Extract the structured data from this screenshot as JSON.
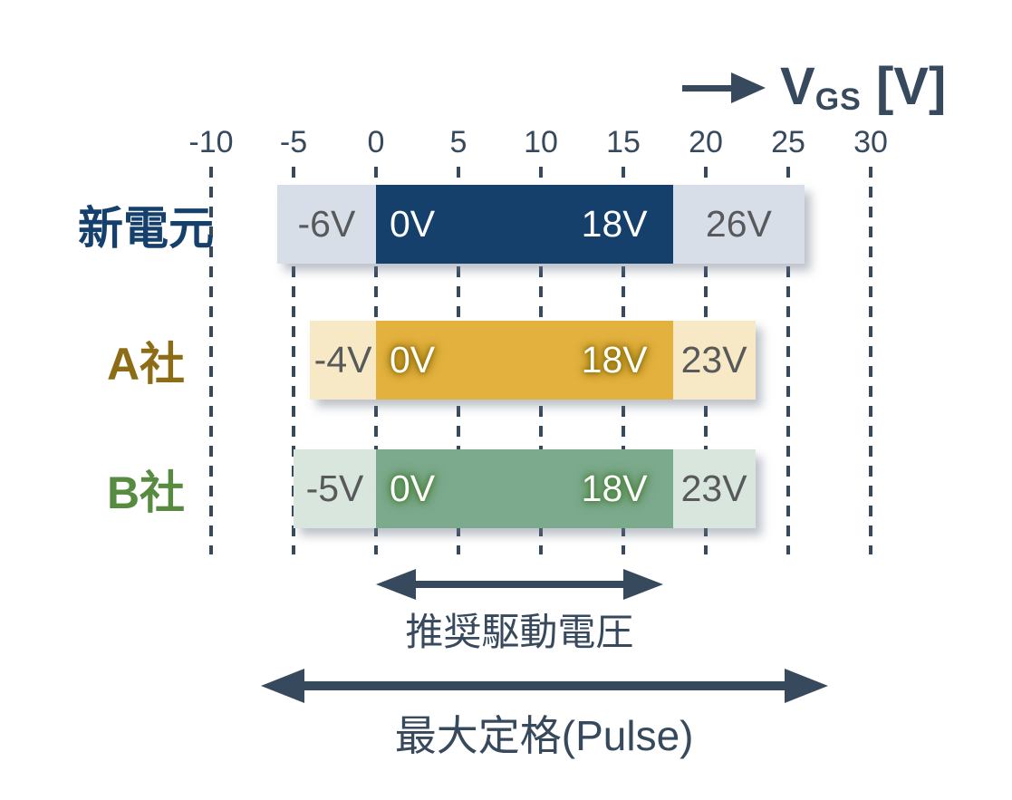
{
  "title": {
    "var": "V",
    "sub": "GS",
    "unit": "[V]"
  },
  "chart_data": {
    "type": "bar",
    "orientation": "horizontal-range",
    "title": "VGS [V]",
    "axis": {
      "unit": "V",
      "ticks": [
        "-10",
        "-5",
        "0",
        "5",
        "10",
        "15",
        "20",
        "25",
        "30"
      ],
      "tick_values": [
        -10,
        -5,
        0,
        5,
        10,
        15,
        20,
        25,
        30
      ],
      "range": [
        -12,
        33
      ],
      "grid": "dashed-vertical"
    },
    "rows": [
      {
        "id": "shindengen",
        "label": "新電元",
        "outer_range": [
          -6,
          26
        ],
        "inner_range": [
          0,
          18
        ],
        "value_labels": {
          "outer_min": "-6V",
          "inner_min": "0V",
          "inner_max": "18V",
          "outer_max": "26V"
        }
      },
      {
        "id": "company-a",
        "label": "A社",
        "outer_range": [
          -4,
          23
        ],
        "inner_range": [
          0,
          18
        ],
        "value_labels": {
          "outer_min": "-4V",
          "inner_min": "0V",
          "inner_max": "18V",
          "outer_max": "23V"
        }
      },
      {
        "id": "company-b",
        "label": "B社",
        "outer_range": [
          -5,
          23
        ],
        "inner_range": [
          0,
          18
        ],
        "value_labels": {
          "outer_min": "-5V",
          "inner_min": "0V",
          "inner_max": "18V",
          "outer_max": "23V"
        }
      }
    ],
    "annotations": [
      {
        "id": "recommended-drive-voltage",
        "text": "推奨駆動電圧",
        "span": [
          0,
          17.4
        ]
      },
      {
        "id": "max-rating-pulse",
        "text": "最大定格(Pulse)",
        "span": [
          -7,
          27.4
        ]
      }
    ]
  },
  "presentation": {
    "axis_color": "#37495C",
    "value_text_color": "#58595B",
    "rows": {
      "shindengen": {
        "label_color": "#14406B",
        "outer_color": "#D7DEE7",
        "inner_color": "#14406B",
        "inner_text_glow": ""
      },
      "company-a": {
        "label_color": "#8C6D16",
        "outer_color": "#F7E9C5",
        "inner_color": "#E3B23E",
        "inner_text_glow": "#8A6A00"
      },
      "company-b": {
        "label_color": "#568B40",
        "outer_color": "#D9E6DD",
        "inner_color": "#7CAA8D",
        "inner_text_glow": "#467F35"
      }
    }
  }
}
